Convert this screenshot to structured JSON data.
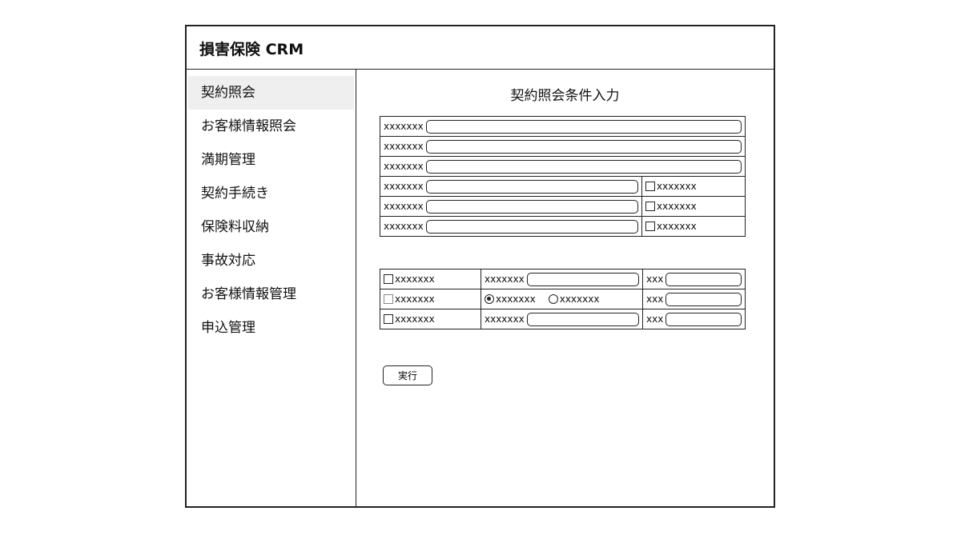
{
  "app": {
    "title": "損害保険 CRM"
  },
  "sidebar": {
    "items": [
      {
        "label": "契約照会"
      },
      {
        "label": "お客様情報照会"
      },
      {
        "label": "満期管理"
      },
      {
        "label": "契約手続き"
      },
      {
        "label": "保険料収納"
      },
      {
        "label": "事故対応"
      },
      {
        "label": "お客様情報管理"
      },
      {
        "label": "申込管理"
      }
    ],
    "active_index": 0
  },
  "main": {
    "title": "契約照会条件入力",
    "form1": {
      "rows": [
        {
          "label": "xxxxxxx",
          "value": ""
        },
        {
          "label": "xxxxxxx",
          "value": ""
        },
        {
          "label": "xxxxxxx",
          "value": ""
        },
        {
          "label": "xxxxxxx",
          "value": "",
          "checkbox_label": "xxxxxxx",
          "checked": false
        },
        {
          "label": "xxxxxxx",
          "value": "",
          "checkbox_label": "xxxxxxx",
          "checked": false
        },
        {
          "label": "xxxxxxx",
          "value": "",
          "checkbox_label": "xxxxxxx",
          "checked": false
        }
      ]
    },
    "form2": {
      "rows": [
        {
          "checkbox_label": "xxxxxxx",
          "checked": false,
          "field_label": "xxxxxxx",
          "short_label": "xxx"
        },
        {
          "checkbox_label": "xxxxxxx",
          "checked": false,
          "radio1_label": "xxxxxxx",
          "radio1_selected": true,
          "radio2_label": "xxxxxxx",
          "radio2_selected": false,
          "short_label": "xxx"
        },
        {
          "checkbox_label": "xxxxxxx",
          "checked": false,
          "field_label": "xxxxxxx",
          "short_label": "xxx"
        }
      ]
    },
    "run_button_label": "実行"
  },
  "colors": {
    "border": "#222222",
    "active_nav_bg": "#efefef",
    "background": "#ffffff"
  }
}
